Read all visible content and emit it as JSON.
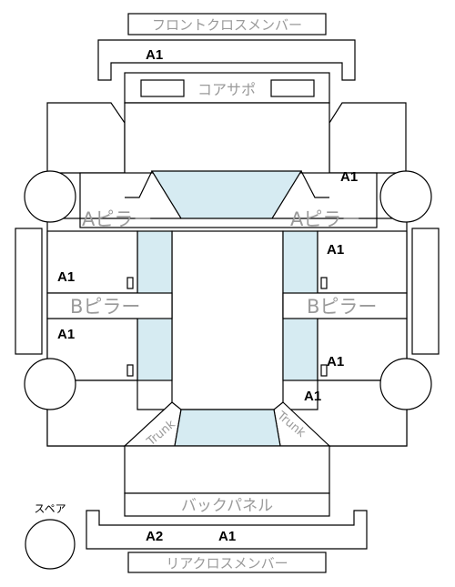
{
  "labels": {
    "front_cross_member": "フロントクロスメンバー",
    "core_support": "コアサポ",
    "a_pillar": "Aピラー",
    "b_pillar": "Bピラー",
    "back_panel": "バックパネル",
    "rear_cross_member": "リアクロスメンバー",
    "spare": "スペア",
    "trunk": "Trunk"
  },
  "grades": {
    "front_cross": "A1",
    "front_right": "A1",
    "right_upper_floor": "A1",
    "left_upper_floor": "A1",
    "left_lower_floor": "A1",
    "right_lower_floor": "A1",
    "right_rear": "A1",
    "rear_left": "A2",
    "rear_right": "A1"
  }
}
